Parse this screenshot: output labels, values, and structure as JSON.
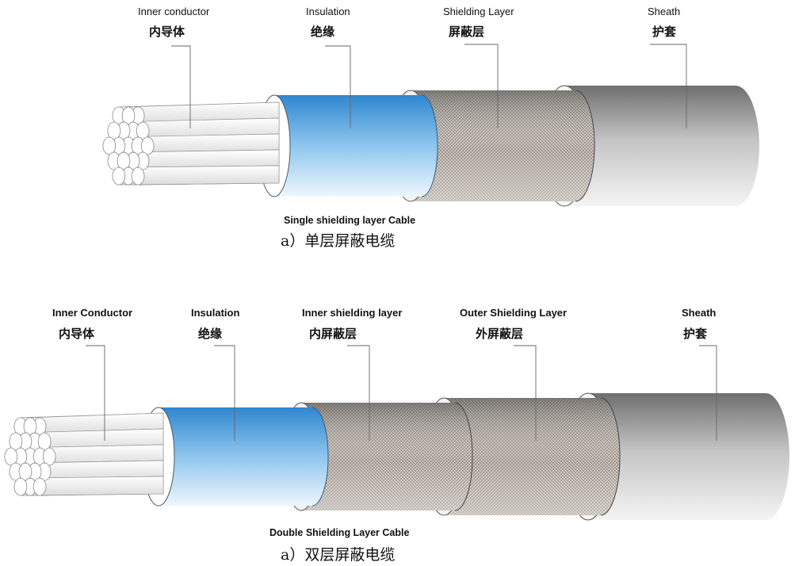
{
  "diagram_a": {
    "labels": {
      "inner_conductor": {
        "en": "Inner conductor",
        "cn": "内导体"
      },
      "insulation": {
        "en": "Insulation",
        "cn": "绝缘"
      },
      "shielding_layer": {
        "en": "Shielding Layer",
        "cn": "屏蔽层"
      },
      "sheath": {
        "en": "Sheath",
        "cn": "护套"
      }
    },
    "caption_en": "Single shielding layer Cable",
    "caption_cn": "a）单层屏蔽电缆"
  },
  "diagram_b": {
    "labels": {
      "inner_conductor": {
        "en": "Inner Conductor",
        "cn": "内导体"
      },
      "insulation": {
        "en": "Insulation",
        "cn": "绝缘"
      },
      "inner_shielding_layer": {
        "en": "Inner shielding layer",
        "cn": "内屏蔽层"
      },
      "outer_shielding_layer": {
        "en": "Outer Shielding Layer",
        "cn": "外屏蔽层"
      },
      "sheath": {
        "en": "Sheath",
        "cn": "护套"
      }
    },
    "caption_en": "Double Shielding Layer Cable",
    "caption_cn": "a）双层屏蔽电缆"
  },
  "colors": {
    "insulation": "#3e95d8",
    "shield": "#8a8078",
    "sheath": "#9a9a9a"
  }
}
